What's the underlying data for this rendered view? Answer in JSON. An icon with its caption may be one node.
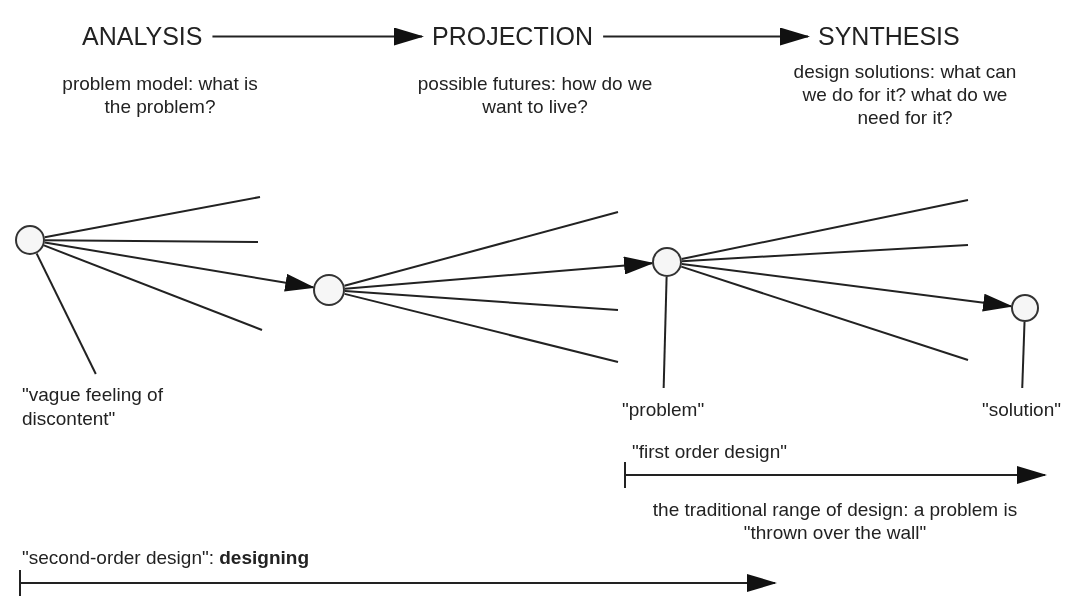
{
  "diagram": {
    "nodes": [
      {
        "text": [
          "ANALYSIS"
        ],
        "beside": [
          "problem model: what is the problem?"
        ]
      },
      {
        "text": [
          "PROJECTION"
        ],
        "beside": [
          "possible futures: how do we want to live?"
        ]
      },
      {
        "text": [
          "SYNTHESIS"
        ],
        "beside": [
          "design solutions: what can we do for it? what do we need for it?"
        ]
      },
      {
        "text": [],
        "shape": "circle"
      },
      {
        "text": [],
        "shape": "circle"
      },
      {
        "text": [],
        "shape": "circle"
      },
      {
        "text": [],
        "shape": "circle"
      },
      {
        "text": [
          "\"vague feeling of discontent\""
        ]
      },
      {
        "text": [
          "\"problem\""
        ]
      },
      {
        "text": [
          "\"solution\""
        ]
      }
    ],
    "edges": [
      {
        "from": 0,
        "to": 1,
        "arrow": "to"
      },
      {
        "from": 1,
        "to": 2,
        "arrow": "to"
      },
      {
        "from": 3,
        "to": null,
        "arrow": "none"
      },
      {
        "from": 3,
        "to": null,
        "arrow": "none"
      },
      {
        "from": 3,
        "to": 4,
        "arrow": "to"
      },
      {
        "from": 3,
        "to": null,
        "arrow": "none"
      },
      {
        "from": 4,
        "to": null,
        "arrow": "none"
      },
      {
        "from": 4,
        "to": 5,
        "arrow": "to"
      },
      {
        "from": 4,
        "to": null,
        "arrow": "none"
      },
      {
        "from": 4,
        "to": null,
        "arrow": "none"
      },
      {
        "from": 5,
        "to": null,
        "arrow": "none"
      },
      {
        "from": 5,
        "to": null,
        "arrow": "none"
      },
      {
        "from": 5,
        "to": 6,
        "arrow": "to"
      },
      {
        "from": 5,
        "to": null,
        "arrow": "none"
      },
      {
        "from": 7,
        "to": 3,
        "arrow": "none"
      },
      {
        "from": 8,
        "to": 5,
        "arrow": "none"
      },
      {
        "from": 9,
        "to": 6,
        "arrow": "none"
      }
    ],
    "labels": [
      "\"first order design\"",
      "the traditional range of design: a problem is \"thrown over the wall\"",
      "\"second-order design\": **designing**"
    ]
  }
}
